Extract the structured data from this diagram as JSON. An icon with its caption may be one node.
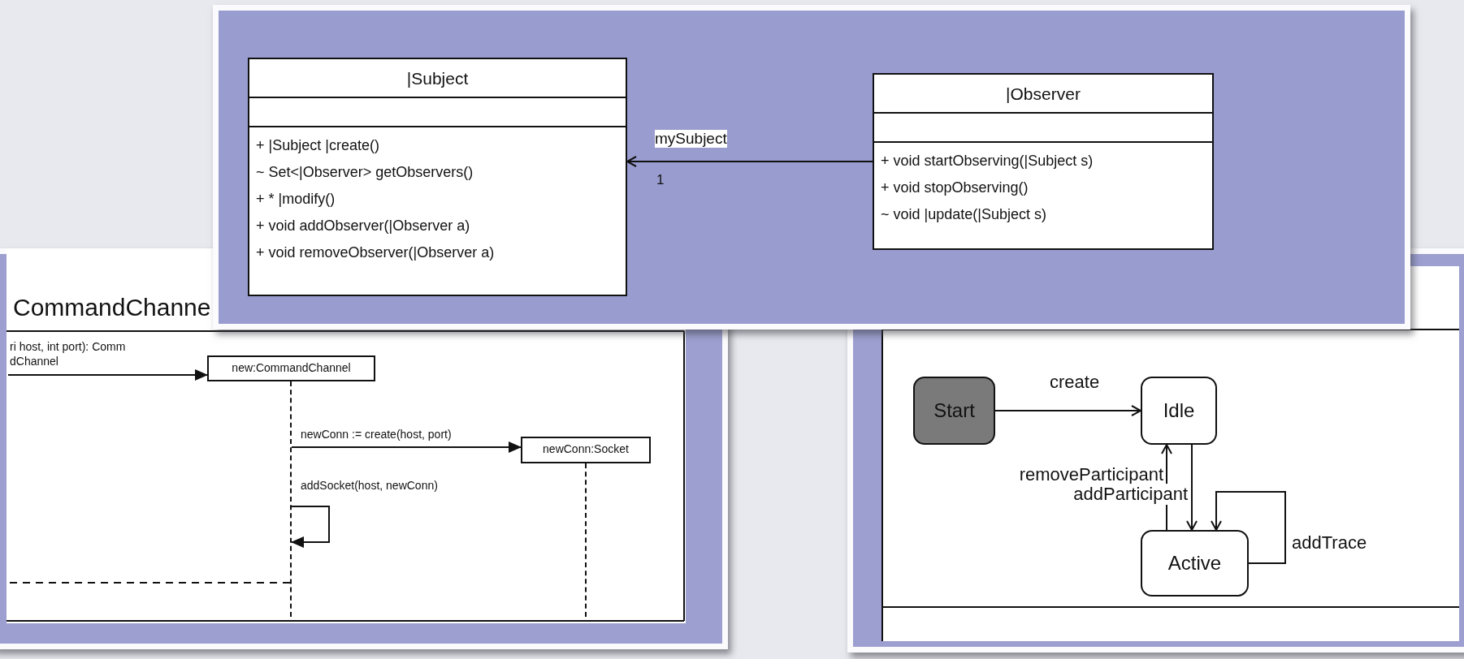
{
  "diagram": {
    "nodes": [
      {
        "text": [
          "|Subject",
          "+ |Subject |create()",
          "~ Set<|Observer> getObservers()",
          "+ * |modify()",
          "+ void addObserver(|Observer a)",
          "+ void removeObserver(|Observer a)"
        ]
      },
      {
        "text": [
          "|Observer",
          "+ void startObserving(|Subject s)",
          "+ void stopObserving()",
          "~ void |update(|Subject s)"
        ]
      },
      {
        "text": [
          "new:CommandChannel"
        ]
      },
      {
        "text": [],
        "shape": "bar"
      },
      {
        "text": [
          "newConn:Socket"
        ]
      },
      {
        "text": [],
        "shape": "bar"
      },
      {
        "text": [
          "Start"
        ]
      },
      {
        "text": [
          "Idle"
        ]
      },
      {
        "text": [
          "Active"
        ]
      }
    ],
    "edges": [
      {
        "from": 1,
        "to": 0,
        "arrow": "to",
        "label": "mySubject"
      },
      {
        "from": null,
        "to": 2,
        "arrow": "to",
        "label": "ri host, int port): Comm dChannel"
      },
      {
        "from": 3,
        "to": 4,
        "arrow": "to",
        "label": "newConn := create(host, port)"
      },
      {
        "from": 3,
        "to": 3,
        "arrow": "to",
        "label": "addSocket(host, newConn)"
      },
      {
        "from": 3,
        "to": null,
        "arrow": "none",
        "style": "dashed"
      },
      {
        "from": 6,
        "to": 7,
        "arrow": "to",
        "label": "create"
      },
      {
        "from": 8,
        "to": 7,
        "arrow": "to",
        "label": "removeParticipant"
      },
      {
        "from": 7,
        "to": 8,
        "arrow": "to",
        "label": "addParticipant"
      },
      {
        "from": 8,
        "to": 8,
        "arrow": "to",
        "label": "addTrace"
      }
    ],
    "labels": [
      "CommandChanne",
      "1"
    ]
  }
}
